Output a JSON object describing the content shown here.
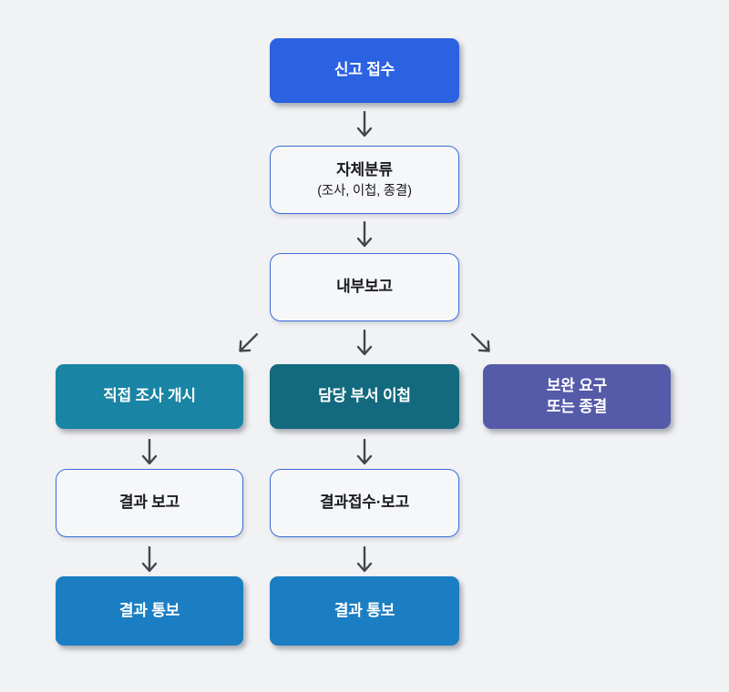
{
  "page": {
    "type": "flowchart",
    "background": "#F1F2F4"
  },
  "colors": {
    "primary_blue": "#2B62E2",
    "teal": "#1984A4",
    "dark_teal": "#13697E",
    "purple": "#555AA9",
    "mid_blue": "#1B7EC3",
    "outline_border_blue": "#3D6BDB",
    "outline_fill": "#F6F7F9",
    "arrow_gray": "#43464C",
    "text_dark": "#1A1C1F",
    "text_light": "#FFFFFF"
  },
  "nodes": {
    "report_receipt": {
      "label": "신고 접수"
    },
    "self_classification": {
      "label": "자체분류",
      "sub": "(조사, 이첩, 종결)"
    },
    "internal_report": {
      "label": "내부보고"
    },
    "direct_investigation": {
      "label": "직접 조사 개시"
    },
    "department_transfer": {
      "label": "담당 부서 이첩"
    },
    "supplement_or_close": {
      "line1": "보완 요구",
      "line2": "또는 종결"
    },
    "result_report": {
      "label": "결과 보고"
    },
    "result_receipt_report": {
      "label": "결과접수·보고"
    },
    "result_notify_left": {
      "label": "결과 통보"
    },
    "result_notify_center": {
      "label": "결과 통보"
    }
  },
  "edges": [
    {
      "from": "report_receipt",
      "to": "self_classification",
      "direction": "down"
    },
    {
      "from": "self_classification",
      "to": "internal_report",
      "direction": "down"
    },
    {
      "from": "internal_report",
      "to": "direct_investigation",
      "direction": "down-left"
    },
    {
      "from": "internal_report",
      "to": "department_transfer",
      "direction": "down"
    },
    {
      "from": "internal_report",
      "to": "supplement_or_close",
      "direction": "down-right"
    },
    {
      "from": "direct_investigation",
      "to": "result_report",
      "direction": "down"
    },
    {
      "from": "department_transfer",
      "to": "result_receipt_report",
      "direction": "down"
    },
    {
      "from": "result_report",
      "to": "result_notify_left",
      "direction": "down"
    },
    {
      "from": "result_receipt_report",
      "to": "result_notify_center",
      "direction": "down"
    }
  ]
}
